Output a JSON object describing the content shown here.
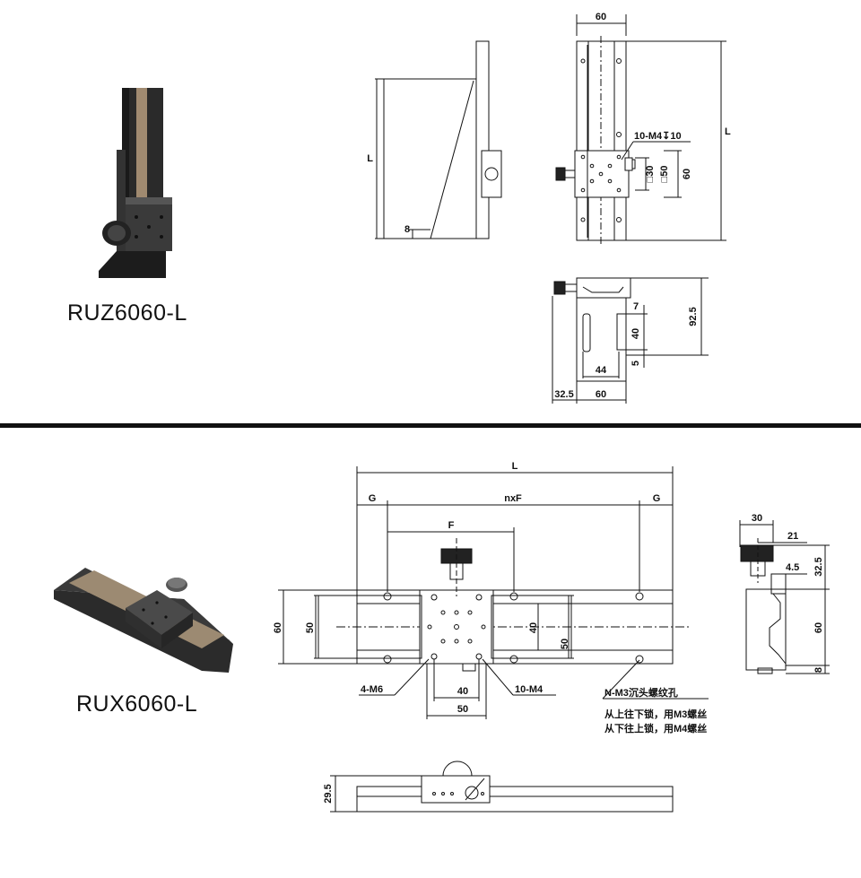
{
  "products": {
    "top": {
      "model": "RUZ6060-L"
    },
    "bottom": {
      "model": "RUX6060-L"
    }
  },
  "top_drawing": {
    "side_view": {
      "dim_L": "L",
      "dim_8": "8"
    },
    "front_view": {
      "dim_60": "60",
      "dim_L": "L",
      "hole_note": "10-M4↧10",
      "dim_sq30": "□30",
      "dim_sq50": "□50",
      "dim_60_side": "60"
    },
    "bottom_view": {
      "dim_7": "7",
      "dim_92_5": "92.5",
      "dim_40": "40",
      "dim_5": "5",
      "dim_44": "44",
      "dim_32_5": "32.5",
      "dim_60": "60"
    }
  },
  "bottom_drawing": {
    "plan_view": {
      "dim_L": "L",
      "dim_G_left": "G",
      "dim_nxF": "nxF",
      "dim_G_right": "G",
      "dim_F": "F",
      "dim_60_left": "60",
      "dim_50_left": "50",
      "dim_40_center": "40",
      "dim_50_right": "50",
      "note_4m6": "4-M6",
      "note_10m4": "10-M4",
      "dim_40_bottom": "40",
      "dim_50_bottom": "50",
      "note_nm3_line1": "N-M3沉头螺纹孔",
      "note_nm3_line2": "从上往下锁，用M3螺丝",
      "note_nm3_line3": "从下往上锁，用M4螺丝"
    },
    "end_view": {
      "dim_30": "30",
      "dim_21": "21",
      "dim_4_5": "4.5",
      "dim_32_5": "32.5",
      "dim_60": "60",
      "dim_8": "8"
    },
    "side_view": {
      "dim_29_5": "29.5"
    }
  }
}
